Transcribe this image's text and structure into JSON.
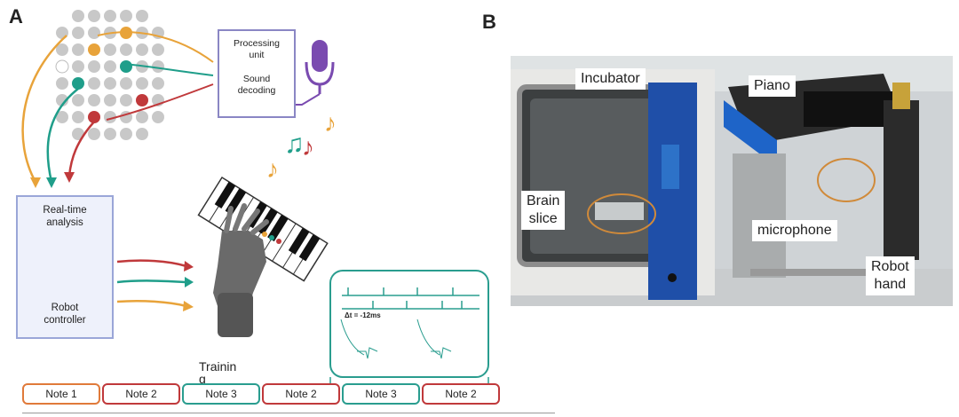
{
  "panel_a": {
    "letter": "A",
    "processing_unit": {
      "line1": "Processing",
      "line2": "unit",
      "line3": "Sound",
      "line4": "decoding"
    },
    "analysis": {
      "line1": "Real-time",
      "line2": "analysis",
      "line3": "Robot",
      "line4": "controller"
    },
    "spike_delta": "Δt = -12ms",
    "training_label": "Trainin",
    "training_label_wrap": "g",
    "notes": [
      {
        "label": "Note 1",
        "color": "#e07a3a"
      },
      {
        "label": "Note 2",
        "color": "#c0393b"
      },
      {
        "label": "Note 3",
        "color": "#2a9d8f"
      },
      {
        "label": "Note 2",
        "color": "#c0393b"
      },
      {
        "label": "Note 3",
        "color": "#2a9d8f"
      },
      {
        "label": "Note 2",
        "color": "#c0393b"
      }
    ],
    "colors": {
      "orange": "#e8a33a",
      "teal": "#1f9e8a",
      "red": "#c0393b",
      "purple": "#7a4bb0"
    }
  },
  "panel_b": {
    "letter": "B",
    "labels": {
      "incubator": "Incubator",
      "piano": "Piano",
      "brain_slice_1": "Brain",
      "brain_slice_2": "slice",
      "microphone": "microphone",
      "robot_hand_1": "Robot",
      "robot_hand_2": "hand"
    }
  }
}
